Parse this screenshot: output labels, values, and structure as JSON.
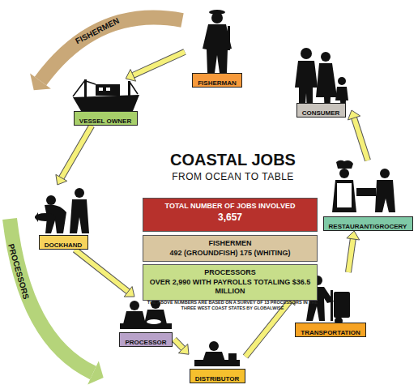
{
  "diagram": {
    "title": "COASTAL JOBS",
    "nodes": [
      {
        "text": [
          "FISHERMAN"
        ]
      },
      {
        "text": [
          "VESSEL OWNER"
        ]
      },
      {
        "text": [
          "DOCKHAND"
        ]
      },
      {
        "text": [
          "PROCESSOR"
        ]
      },
      {
        "text": [
          "DISTRIBUTOR"
        ]
      },
      {
        "text": [
          "TRANSPORTATION"
        ]
      },
      {
        "text": [
          "RESTAURANT/GROCERY"
        ]
      },
      {
        "text": [
          "CONSUMER"
        ]
      },
      {
        "text": [
          "TOTAL NUMBER OF JOBS INVOLVED",
          "3,657"
        ]
      },
      {
        "text": [
          "FISHERMEN",
          "492 (GROUNDFISH) 175 (WHITING)"
        ]
      },
      {
        "text": [
          "PROCESSORS",
          "OVER 2,990 WITH PAYROLLS TOTALING $36.5 MILLION"
        ]
      }
    ],
    "edges": [
      {
        "from": 0,
        "to": 1,
        "arrow": "to"
      },
      {
        "from": 1,
        "to": 2,
        "arrow": "to"
      },
      {
        "from": 2,
        "to": 3,
        "arrow": "to"
      },
      {
        "from": 3,
        "to": 4,
        "arrow": "to"
      },
      {
        "from": 4,
        "to": 5,
        "arrow": "to"
      },
      {
        "from": 5,
        "to": 6,
        "arrow": "to"
      },
      {
        "from": 6,
        "to": 7,
        "arrow": "to"
      }
    ],
    "labels": [
      "FROM OCEAN TO TABLE",
      "THE ABOVE NUMBERS ARE BASED ON A SURVEY OF 13 PROCESSORS IN THE THREE WEST COAST STATES BY GLOBALWISE",
      "FISHERMEN",
      "PROCESSORS"
    ]
  }
}
